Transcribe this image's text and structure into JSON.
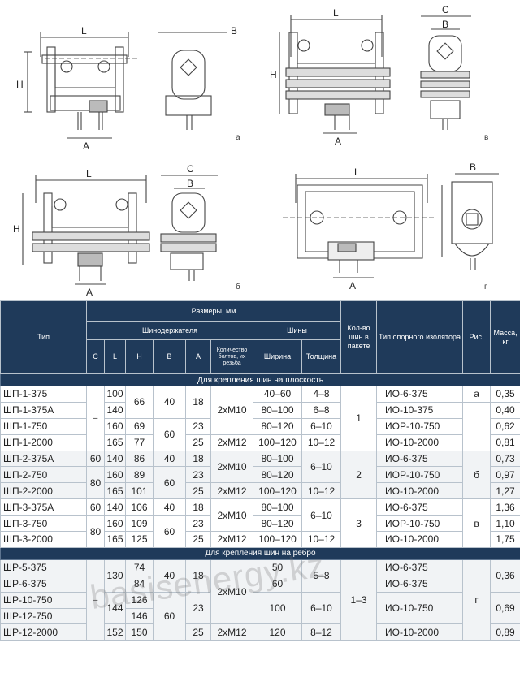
{
  "figures": {
    "a": {
      "label": "а",
      "dims": [
        "L",
        "B",
        "H",
        "A"
      ]
    },
    "b": {
      "label": "б",
      "dims": [
        "L",
        "C",
        "B",
        "H",
        "A"
      ]
    },
    "v": {
      "label": "в",
      "dims": [
        "L",
        "C",
        "B",
        "H",
        "A"
      ]
    },
    "g": {
      "label": "г",
      "dims": [
        "L",
        "B",
        "A"
      ]
    }
  },
  "table": {
    "header": {
      "type": "Тип",
      "sizes": "Размеры, мм",
      "holders": "Шинодержателя",
      "buses": "Шины",
      "cols": [
        "C",
        "L",
        "H",
        "B",
        "A"
      ],
      "bolts": "Количество болтов, их резьба",
      "width": "Ширина",
      "thickness": "Толщина",
      "count": "Кол-во шин в пакете",
      "insulator": "Тип опорного изолятора",
      "fig": "Рис.",
      "mass": "Масса, кг"
    },
    "section1": "Для крепления шин на плоскость",
    "section2": "Для крепления шин на ребро",
    "dash": "–",
    "values": {
      "h66": "66",
      "h69": "69",
      "h77": "77",
      "h86": "86",
      "h89": "89",
      "h101": "101",
      "h106": "106",
      "h109": "109",
      "h125": "125",
      "h74": "74",
      "h84": "84",
      "h126": "126",
      "h146": "146",
      "h150": "150",
      "c60": "60",
      "c80": "80",
      "l100": "100",
      "l140": "140",
      "l160": "160",
      "l165": "165",
      "l130": "130",
      "l144": "144",
      "l152": "152",
      "b40": "40",
      "b60": "60",
      "a18": "18",
      "a23": "23",
      "a25": "25",
      "m10": "2хМ10",
      "m12": "2хМ12",
      "w40_60": "40–60",
      "w80_100": "80–100",
      "w80_120": "80–120",
      "w100_120": "100–120",
      "w50": "50",
      "w60": "60",
      "w100": "100",
      "w120": "120",
      "t4_8": "4–8",
      "t6_8": "6–8",
      "t6_10": "6–10",
      "t10_12": "10–12",
      "t5_8": "5–8",
      "t8_12": "8–12",
      "n1": "1",
      "n2": "2",
      "n3": "3",
      "n13": "1–3",
      "fa": "а",
      "fb": "б",
      "fv": "в",
      "fg": "г"
    },
    "rows": [
      {
        "type": "ШП-1-375",
        "iso": "ИО-6-375",
        "mass": "0,35"
      },
      {
        "type": "ШП-1-375А",
        "iso": "ИО-10-375",
        "mass": "0,40"
      },
      {
        "type": "ШП-1-750",
        "iso": "ИОР-10-750",
        "mass": "0,62"
      },
      {
        "type": "ШП-1-2000",
        "iso": "ИО-10-2000",
        "mass": "0,81"
      },
      {
        "type": "ШП-2-375А",
        "iso": "ИО-6-375",
        "mass": "0,73"
      },
      {
        "type": "ШП-2-750",
        "iso": "ИОР-10-750",
        "mass": "0,97"
      },
      {
        "type": "ШП-2-2000",
        "iso": "ИО-10-2000",
        "mass": "1,27"
      },
      {
        "type": "ШП-3-375А",
        "iso": "ИО-6-375",
        "mass": "1,36"
      },
      {
        "type": "ШП-3-750",
        "iso": "ИОР-10-750",
        "mass": "1,10"
      },
      {
        "type": "ШП-3-2000",
        "iso": "ИО-10-2000",
        "mass": "1,75"
      },
      {
        "type": "ШР-5-375",
        "iso": "ИО-6-375",
        "mass": "0,36"
      },
      {
        "type": "ШР-6-375",
        "iso": "ИО-6-375"
      },
      {
        "type": "ШР-10-750",
        "iso": "ИО-10-750",
        "mass": "0,69"
      },
      {
        "type": "ШР-12-750"
      },
      {
        "type": "ШР-12-2000",
        "iso": "ИО-10-2000",
        "mass": "0,89"
      }
    ]
  },
  "watermark": "basisenergy.kz",
  "colors": {
    "header": "#1f3a5a",
    "line": "#444444"
  }
}
